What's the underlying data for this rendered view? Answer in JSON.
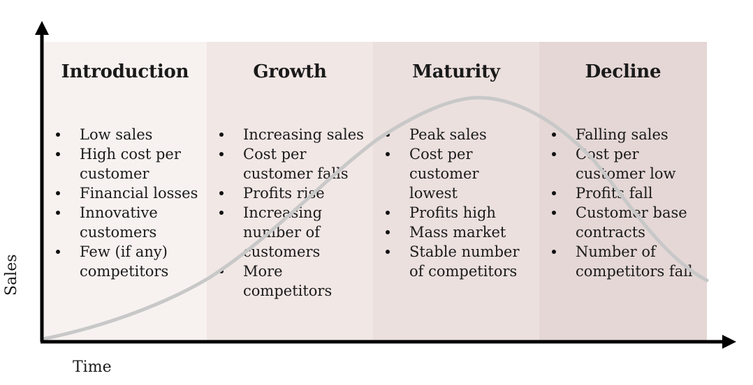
{
  "axes": {
    "x_label": "Time",
    "y_label": "Sales"
  },
  "colors": {
    "introduction": "#f7f2f0",
    "growth": "#f1e7e5",
    "maturity": "#ebe0de",
    "decline": "#e4d7d5",
    "curve": "#c8c8c8",
    "axis": "#000000"
  },
  "stages": [
    {
      "name": "Introduction",
      "items": [
        "Low sales",
        "High cost per",
        "customer",
        "Financial losses",
        "Innovative",
        "customers",
        "Few (if any)",
        "competitors"
      ],
      "bullets": [
        0,
        1,
        3,
        4,
        6
      ]
    },
    {
      "name": "Growth",
      "items": [
        "Increasing sales",
        "Cost per",
        "customer falls",
        "Profits rise",
        "Increasing",
        "number of",
        "customers",
        "More",
        "competitors"
      ],
      "bullets": [
        0,
        1,
        3,
        4,
        7
      ]
    },
    {
      "name": "Maturity",
      "items": [
        "Peak sales",
        "Cost per",
        "customer",
        "lowest",
        "Profits high",
        "Mass market",
        "Stable number",
        "of competitors"
      ],
      "bullets": [
        0,
        1,
        4,
        5,
        6
      ]
    },
    {
      "name": "Decline",
      "items": [
        "Falling sales",
        "Cost per",
        "customer low",
        "Profits fall",
        "Customer base",
        "contracts",
        "Number of",
        "competitors fall"
      ],
      "bullets": [
        0,
        1,
        3,
        4,
        6
      ]
    }
  ]
}
